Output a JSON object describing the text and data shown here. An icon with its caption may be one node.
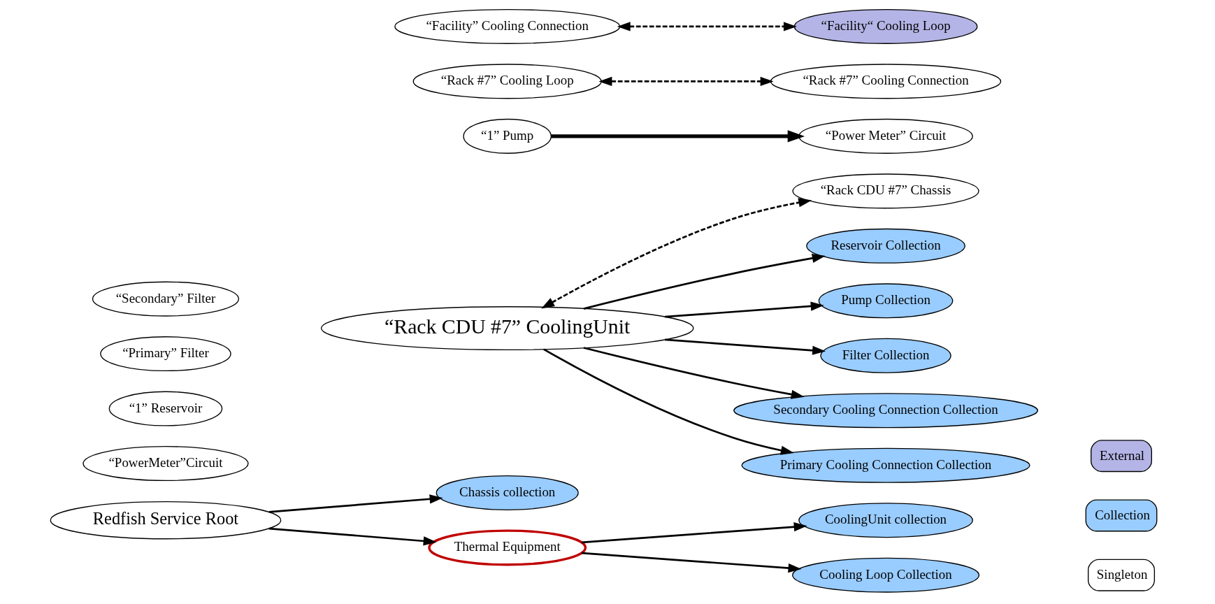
{
  "diagram": {
    "nodes": [
      {
        "text": [
          "Redfish Service Root"
        ]
      },
      {
        "text": [
          "Chassis collection"
        ]
      },
      {
        "text": [
          "“Rack CDU #7” Chassis"
        ]
      },
      {
        "text": [
          "Thermal Equipment"
        ]
      },
      {
        "text": [
          "“PowerMeter”Circuit"
        ]
      },
      {
        "text": [
          "Reservoir Collection"
        ]
      },
      {
        "text": [
          "“1” Reservoir"
        ]
      },
      {
        "text": [
          "Pump Collection"
        ]
      },
      {
        "text": [
          "“1” Pump"
        ]
      },
      {
        "text": [
          "“Power Meter” Circuit"
        ]
      },
      {
        "text": [
          "CoolingUnit collection"
        ]
      },
      {
        "text": [
          "“Rack CDU #7” CoolingUnit"
        ]
      },
      {
        "text": [
          "Filter Collection"
        ]
      },
      {
        "text": [
          "“Primary” Filter"
        ]
      },
      {
        "text": [
          "“Secondary” Filter"
        ]
      },
      {
        "text": [
          "Cooling Loop Collection"
        ]
      },
      {
        "text": [
          "“Rack #7” Cooling Loop"
        ]
      },
      {
        "text": [
          "Secondary Cooling Connection Collection"
        ]
      },
      {
        "text": [
          "“Rack #7” Cooling Connection"
        ]
      },
      {
        "text": [
          "Primary Cooling Connection Collection"
        ]
      },
      {
        "text": [
          "“Facility” Cooling Connection"
        ]
      },
      {
        "text": [
          "“Facility“ Cooling Loop"
        ]
      }
    ],
    "edges": [
      {
        "from": 0,
        "to": 1,
        "arrow": "to"
      },
      {
        "from": 0,
        "to": 3,
        "arrow": "to"
      },
      {
        "from": 3,
        "to": 10,
        "arrow": "to"
      },
      {
        "from": 3,
        "to": 15,
        "arrow": "to"
      },
      {
        "from": 11,
        "to": 2,
        "arrow": "both",
        "style": "dashed"
      },
      {
        "from": 11,
        "to": 5,
        "arrow": "to"
      },
      {
        "from": 11,
        "to": 7,
        "arrow": "to"
      },
      {
        "from": 8,
        "to": 9,
        "arrow": "to",
        "style": "thick"
      },
      {
        "from": 11,
        "to": 12,
        "arrow": "to"
      },
      {
        "from": 11,
        "to": 19,
        "arrow": "to"
      },
      {
        "from": 11,
        "to": 17,
        "arrow": "to"
      },
      {
        "from": 16,
        "to": 18,
        "arrow": "both",
        "style": "dashed"
      },
      {
        "from": 20,
        "to": 21,
        "arrow": "both",
        "style": "dashed"
      }
    ],
    "legend": [
      {
        "text": "External",
        "color": "#b4b4e6"
      },
      {
        "text": "Collection",
        "color": "#99ccff"
      },
      {
        "text": "Singleton",
        "color": "#ffffff"
      }
    ]
  }
}
